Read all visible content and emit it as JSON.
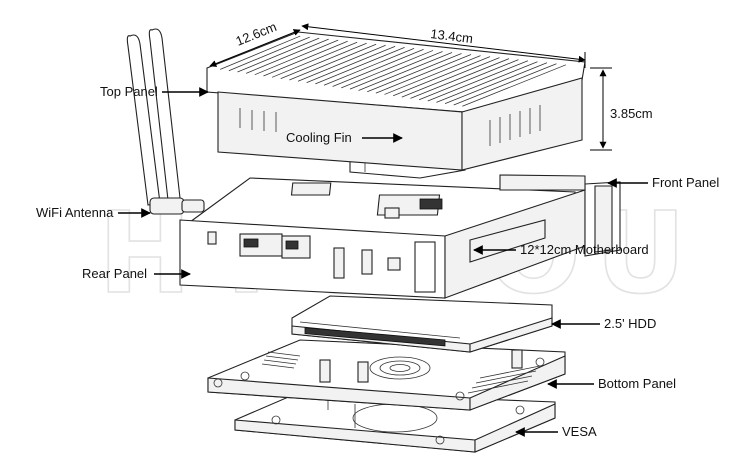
{
  "watermark": "HYSTOU",
  "dimensions": {
    "width": "12.6cm",
    "length": "13.4cm",
    "height": "3.85cm"
  },
  "labels": {
    "top_panel": "Top Panel",
    "cooling_fin": "Cooling Fin",
    "wifi_antenna": "WiFi Antenna",
    "rear_panel": "Rear Panel",
    "front_panel": "Front Panel",
    "motherboard": "12*12cm Motherboard",
    "hdd": "2.5' HDD",
    "bottom_panel": "Bottom Panel",
    "vesa": "VESA"
  }
}
